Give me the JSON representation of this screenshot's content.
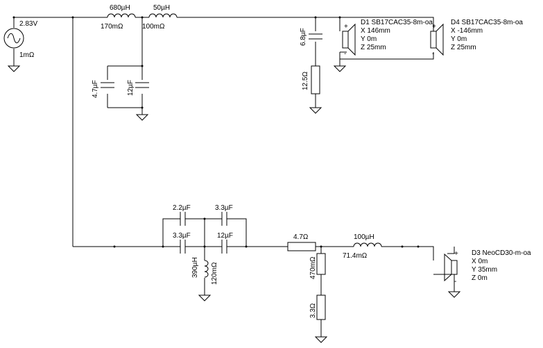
{
  "source": {
    "voltage": "2.83V",
    "resistance": "1mΩ"
  },
  "inductors": {
    "l1": {
      "value": "680µH",
      "resistance": "170mΩ"
    },
    "l2": {
      "value": "50µH",
      "resistance": "100mΩ"
    },
    "l3": {
      "value": "390µH",
      "resistance": "120mΩ"
    },
    "l4": {
      "value": "100µH",
      "resistance": "71.4mΩ"
    }
  },
  "capacitors": {
    "c_woofer_1": "4.7µF",
    "c_woofer_2": "12µF",
    "c_zobel": "6.8µF",
    "c_hp_top_left": "2.2µF",
    "c_hp_top_right": "3.3µF",
    "c_hp_bottom_left": "3.3µF",
    "c_hp_bottom_right": "12µF"
  },
  "resistors": {
    "r_zobel": "12.5Ω",
    "r_series": "4.7Ω",
    "r_shunt_1": "470mΩ",
    "r_shunt_2": "3.3Ω"
  },
  "drivers": {
    "d1": {
      "name": "D1 SB17CAC35-8m-oa",
      "x": "X 146mm",
      "y": "Y 0m",
      "z": "Z 25mm"
    },
    "d4": {
      "name": "D4 SB17CAC35-8m-oa",
      "x": "X -146mm",
      "y": "Y 0m",
      "z": "Z 25mm"
    },
    "d3": {
      "name": "D3 NeoCD30-m-oa",
      "x": "X 0m",
      "y": "Y 35mm",
      "z": "Z 0m"
    }
  },
  "polarity": {
    "plus": "+",
    "minus": "-"
  }
}
